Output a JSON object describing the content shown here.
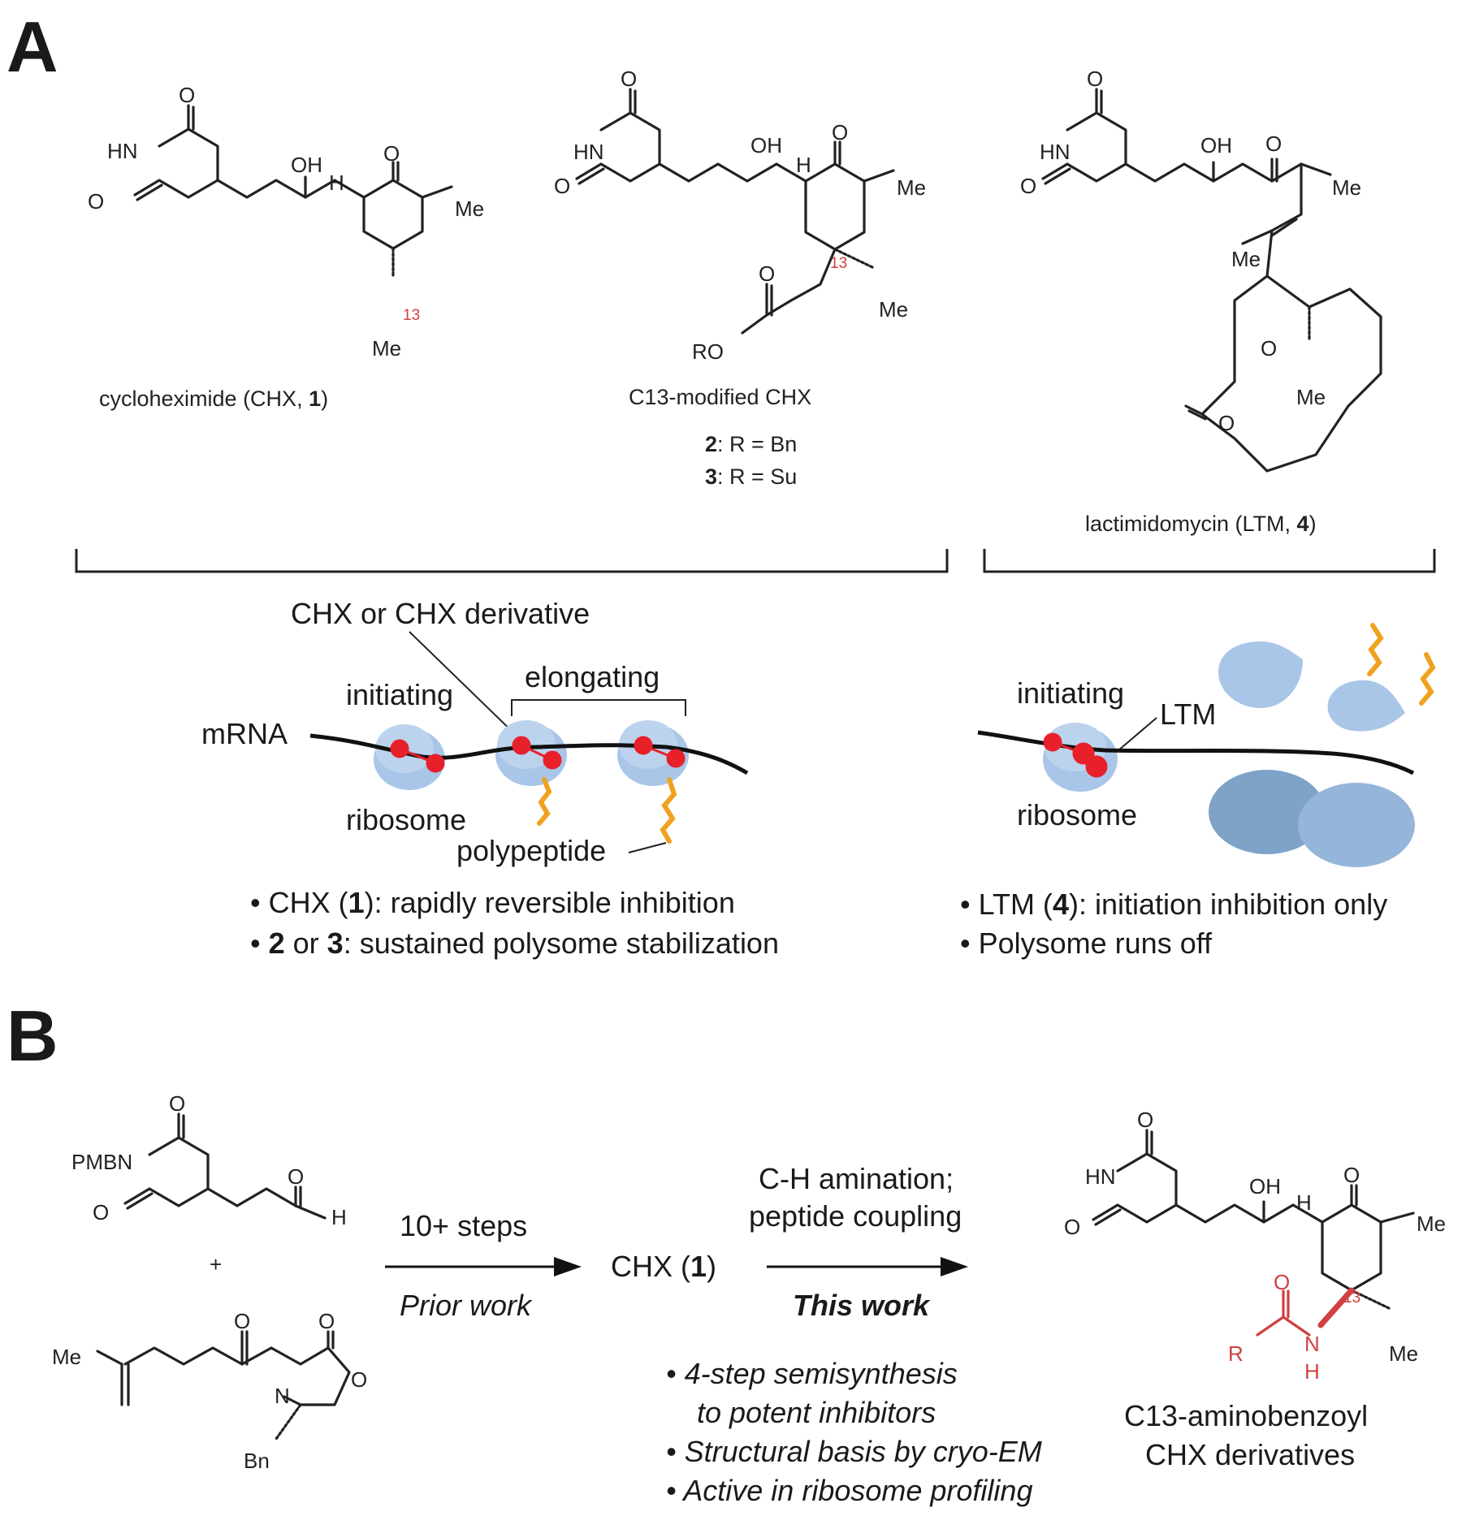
{
  "panels": {
    "a": "A",
    "b": "B"
  },
  "panel_a": {
    "compound1": {
      "name_pre": "cycloheximide (CHX, ",
      "name_num": "1",
      "name_post": ")"
    },
    "compound23": {
      "title": "C13-modified CHX",
      "line2_num": "2",
      "line2_rest": ": R = Bn",
      "line3_num": "3",
      "line3_rest": ": R = Su"
    },
    "compound4": {
      "name_pre": "lactimidomycin (LTM, ",
      "name_num": "4",
      "name_post": ")"
    },
    "atoms": {
      "O": "O",
      "HN": "HN",
      "OH": "OH",
      "H": "H",
      "Me": "Me",
      "RO": "RO",
      "pos13": "13"
    },
    "left_scheme": {
      "derivative_label": "CHX or CHX derivative",
      "elongating": "elongating",
      "initiating": "initiating",
      "mrna": "mRNA",
      "ribosome": "ribosome",
      "polypeptide": "polypeptide",
      "bullet1_pre": "• CHX (",
      "bullet1_num": "1",
      "bullet1_post": "): rapidly reversible inhibition",
      "bullet2_num1": "2",
      "bullet2_mid": " or ",
      "bullet2_num2": "3",
      "bullet2_post": ": sustained polysome stabilization"
    },
    "right_scheme": {
      "initiating": "initiating",
      "ltm": "LTM",
      "ribosome": "ribosome",
      "bullet1_pre": "• LTM (",
      "bullet1_num": "4",
      "bullet1_post": "): initiation inhibition only",
      "bullet2": "• Polysome runs off"
    }
  },
  "panel_b": {
    "reactants": {
      "pmbn": "PMBN",
      "plus": "+",
      "bn": "Bn",
      "N": "N",
      "O": "O",
      "H": "H",
      "Me": "Me"
    },
    "arrow1": {
      "above": "10+ steps",
      "below": "Prior work"
    },
    "intermediate": {
      "pre": "CHX (",
      "num": "1",
      "post": ")"
    },
    "arrow2": {
      "above1": "C-H amination;",
      "above2": "peptide coupling",
      "below": "This work"
    },
    "bullets": [
      "• 4-step semisynthesis",
      "to potent inhibitors",
      "• Structural basis by cryo-EM",
      "• Active in ribosome profiling"
    ],
    "product": {
      "title1": "C13-aminobenzoyl",
      "title2": "CHX derivatives",
      "R": "R",
      "N": "N",
      "H": "H",
      "O": "O",
      "OH": "OH",
      "HN": "HN",
      "Me": "Me",
      "pos13": "13"
    }
  },
  "colors": {
    "ribosome": "#a9c6e8",
    "ribosome_dark": "#7fa2c7",
    "inhibitor": "#e8202a",
    "polypeptide": "#f0a21e",
    "highlight": "#d04040"
  }
}
